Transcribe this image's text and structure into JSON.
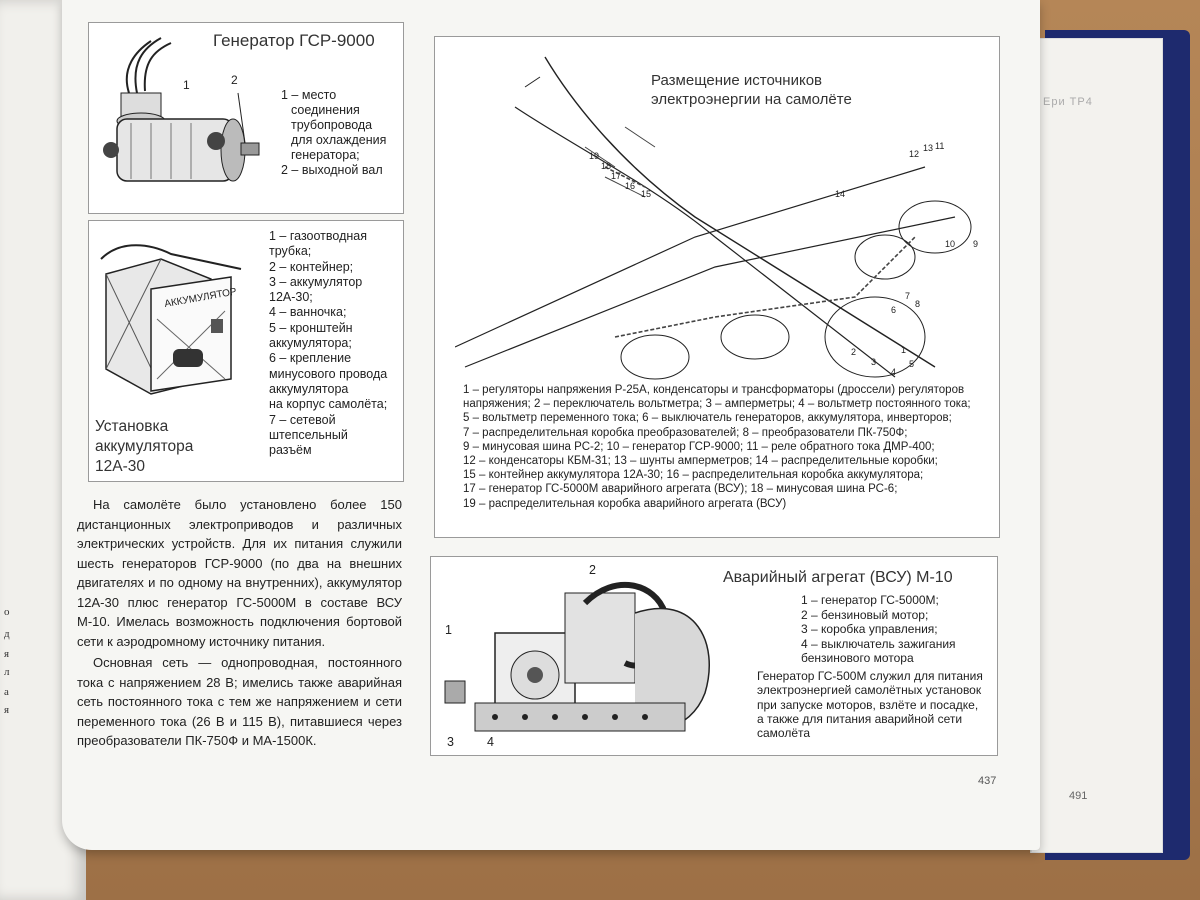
{
  "generator_box": {
    "title": "Генератор ГСР-9000",
    "legend": [
      "1 – место",
      "соединения",
      "трубопровода",
      "для охлаждения",
      "генератора;",
      "2 – выходной вал"
    ],
    "callouts": [
      "1",
      "2"
    ]
  },
  "battery_box": {
    "title": "Установка аккумулятора 12А-30",
    "label_on_box": "АККУМУЛЯТОР",
    "legend": [
      "1 – газоотводная",
      "трубка;",
      "2 – контейнер;",
      "3 – аккумулятор",
      "12А-30;",
      "4 – ванночка;",
      "5 – кронштейн",
      "аккумулятора;",
      "6 – крепление",
      "минусового провода",
      "аккумулятора",
      "на корпус самолёта;",
      "7 – сетевой",
      "штепсельный",
      "разъём"
    ]
  },
  "main_text": {
    "para1": "На самолёте было установлено более 150 дистанционных электроприводов и различных электрических устройств. Для их питания служили шесть генераторов ГСР-9000 (по два на внешних двигателях и по одному на внутренних), аккумулятор 12А-30 плюс генератор ГС-5000М в составе ВСУ М-10. Имелась возможность подключения бортовой сети к аэродромному источнику питания.",
    "para2": "Основная сеть — однопроводная, постоянного тока с напряжением 28 В; имелись также аварийная сеть постоянного тока с тем же напряжением и сети переменного тока (26 В и 115 В), питавшиеся через преобразователи ПК-750Ф и МА-1500К."
  },
  "aircraft_box": {
    "title_line1": "Размещение источников",
    "title_line2": "электроэнергии на самолёте",
    "callouts": [
      "1",
      "2",
      "3",
      "4",
      "5",
      "6",
      "7",
      "8",
      "9",
      "10",
      "11",
      "12",
      "13",
      "14",
      "15",
      "16",
      "17",
      "18",
      "19"
    ],
    "legend": [
      "1 – регуляторы напряжения Р-25А, конденсаторы и трансформаторы (дроссели) регуляторов",
      "напряжения; 2 – переключатель вольтметра; 3 – амперметры; 4 – вольтметр постоянного тока;",
      "5 – вольтметр переменного тока; 6 – выключатель генераторов, аккумулятора, инверторов;",
      "7 – распределительная коробка преобразователей; 8 – преобразователи ПК-750Ф;",
      "9 – минусовая шина РС-2; 10 – генератор ГСР-9000; 11 – реле обратного тока ДМР-400;",
      "12 – конденсаторы КБМ-31; 13 – шунты амперметров; 14 – распределительные коробки;",
      "15 – контейнер аккумулятора 12А-30; 16 – распределительная коробка аккумулятора;",
      "17 – генератор ГС-5000М аварийного агрегата (ВСУ); 18 – минусовая шина РС-6;",
      "19 – распределительная коробка аварийного агрегата (ВСУ)"
    ]
  },
  "apu_box": {
    "title": "Аварийный агрегат (ВСУ) М-10",
    "legend": [
      "1 – генератор ГС-5000М;",
      "2 – бензиновый мотор;",
      "3 – коробка управления;",
      "4 – выключатель зажигания",
      "бензинового мотора"
    ],
    "note": [
      "Генератор ГС-500М служил для питания",
      "электроэнергией самолётных установок",
      "при запуске моторов, взлёте и посадке,",
      "а также для питания аварийной сети",
      "самолёта"
    ],
    "callouts": [
      "1",
      "2",
      "3",
      "4"
    ]
  },
  "page_number": "437",
  "next_page_number": "491",
  "next_page_header": "Ери ТР4",
  "left_page_fragments": [
    "о",
    "д",
    "я",
    "л",
    "а",
    "я"
  ]
}
